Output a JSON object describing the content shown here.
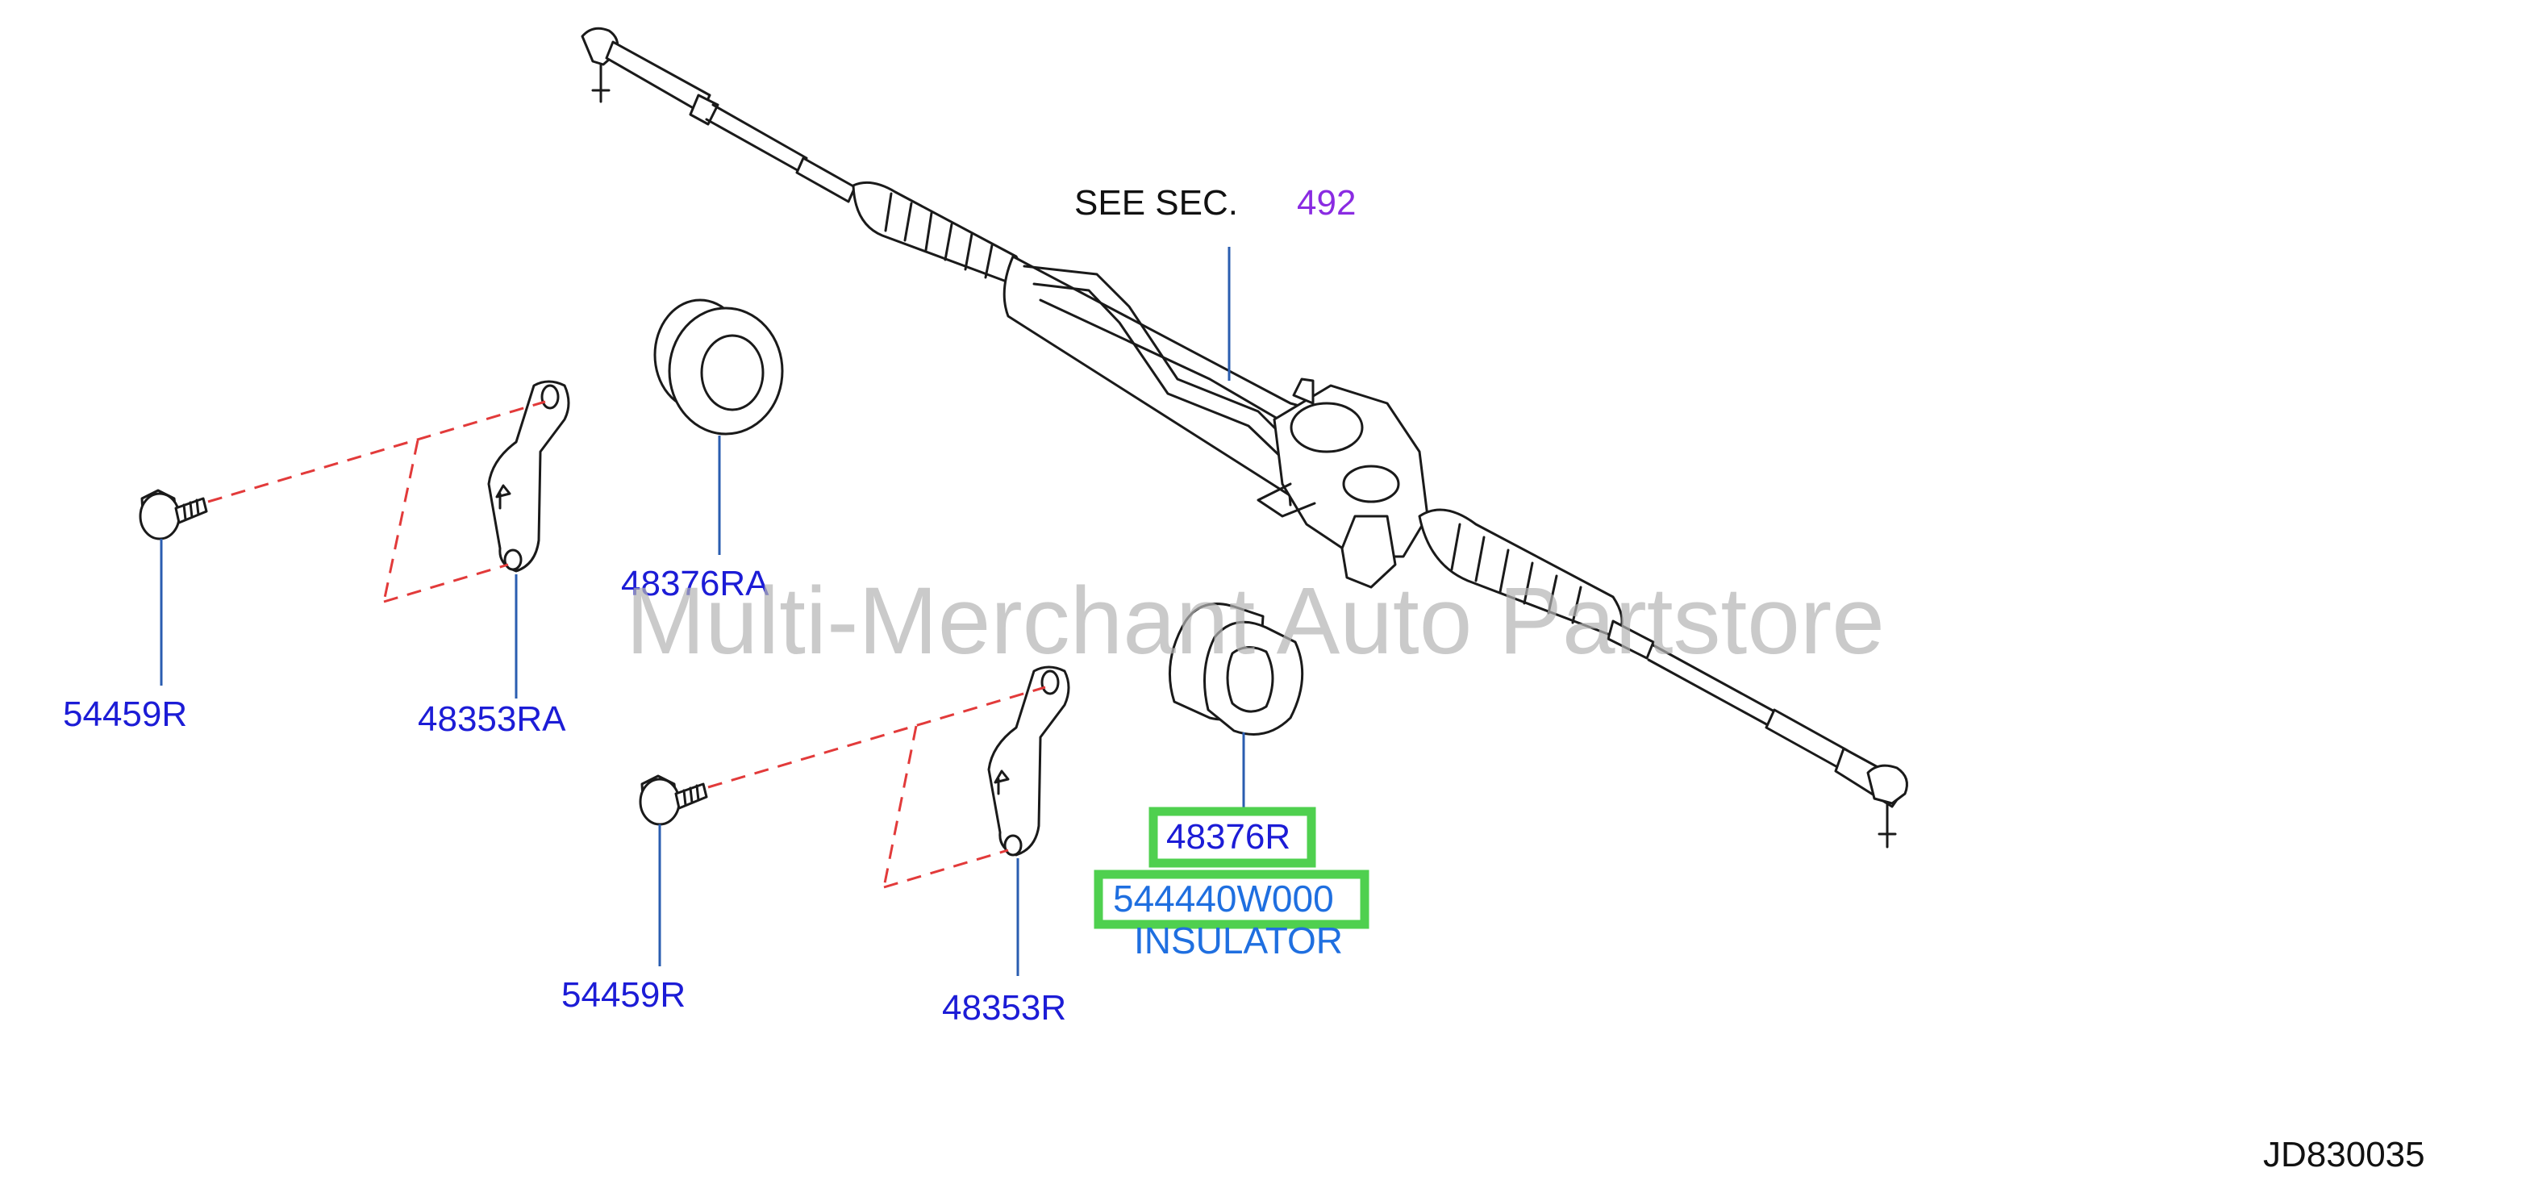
{
  "see_section": {
    "prefix": "SEE  SEC.",
    "number": "492"
  },
  "watermark": "Multi-Merchant Auto Partstore",
  "parts": {
    "p1": "48376RA",
    "p2": "54459R",
    "p3": "48353RA",
    "p4": "48376R",
    "p5": "544440W000",
    "p6": "INSULATOR",
    "p7": "54459R",
    "p8": "48353R"
  },
  "diagram_code": "JD830035",
  "colors": {
    "part_label": "#1c1cd6",
    "part_number": "#1f6fe0",
    "highlight": "#4fd04f",
    "section_ref": "#8a2be2",
    "guide_lines": "#e23a3a"
  }
}
